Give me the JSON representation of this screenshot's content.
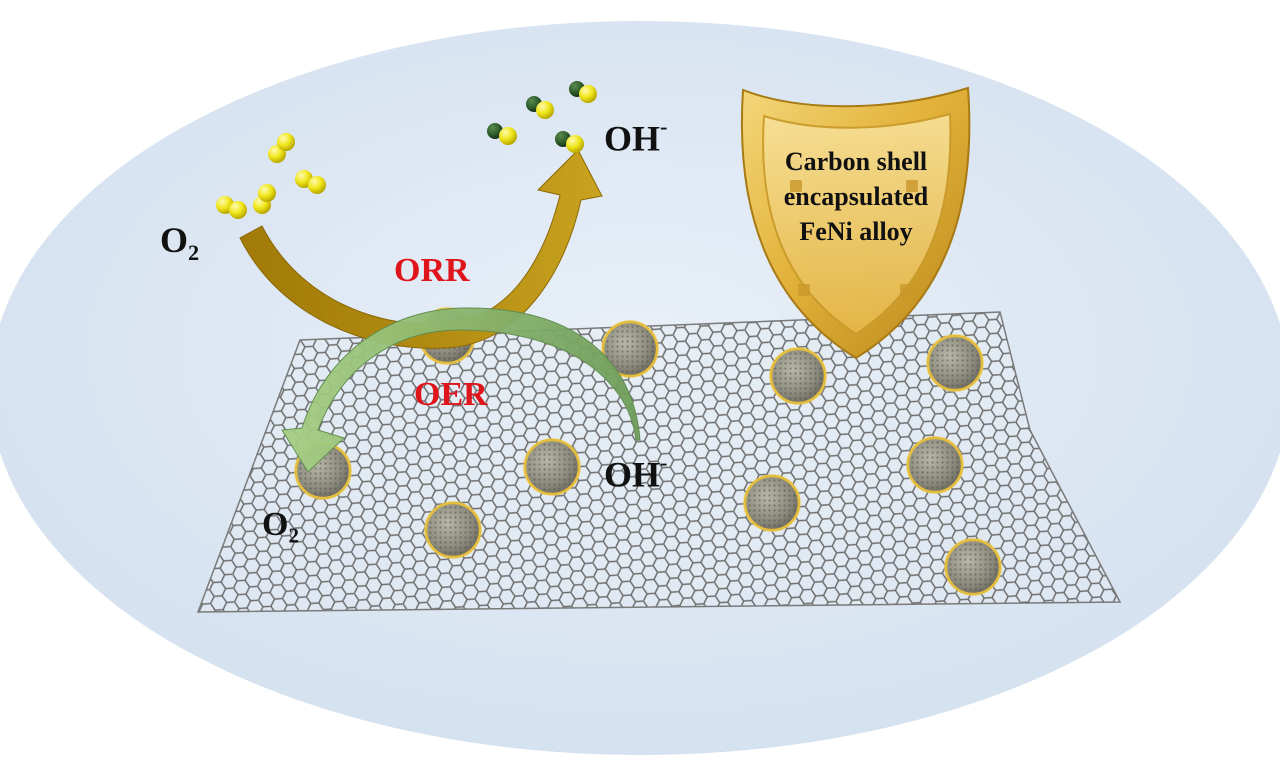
{
  "labels": {
    "o2_top": {
      "base": "O",
      "sub": "2"
    },
    "oh_top": {
      "base": "OH",
      "sup": "-"
    },
    "o2_bottom": {
      "base": "O",
      "sub": "2"
    },
    "oh_bottom": {
      "base": "OH",
      "sup": "-"
    },
    "orr": "ORR",
    "oer": "OER"
  },
  "shield": {
    "lines": [
      "Carbon shell",
      "encapsulated",
      "FeNi alloy"
    ]
  },
  "colors": {
    "background_ellipse": "#dbe6f3",
    "orr_arrow": "#b8900e",
    "oer_arrow": "#8fbf6a",
    "reaction_text": "#e0141b",
    "shield_gold": "#e3b53a",
    "oxygen_atom": "#f2ea1a",
    "hydrogen_atom": "#2f5d2a",
    "graphene": "#6e6e6e",
    "particle_shell": "#d9b53a"
  },
  "icons": {
    "shield": "shield-icon",
    "o2_molecule": "o2-molecule-icon",
    "oh_molecule": "oh-molecule-icon",
    "nanoparticle": "feni-nanoparticle-icon",
    "graphene": "graphene-sheet-icon"
  }
}
